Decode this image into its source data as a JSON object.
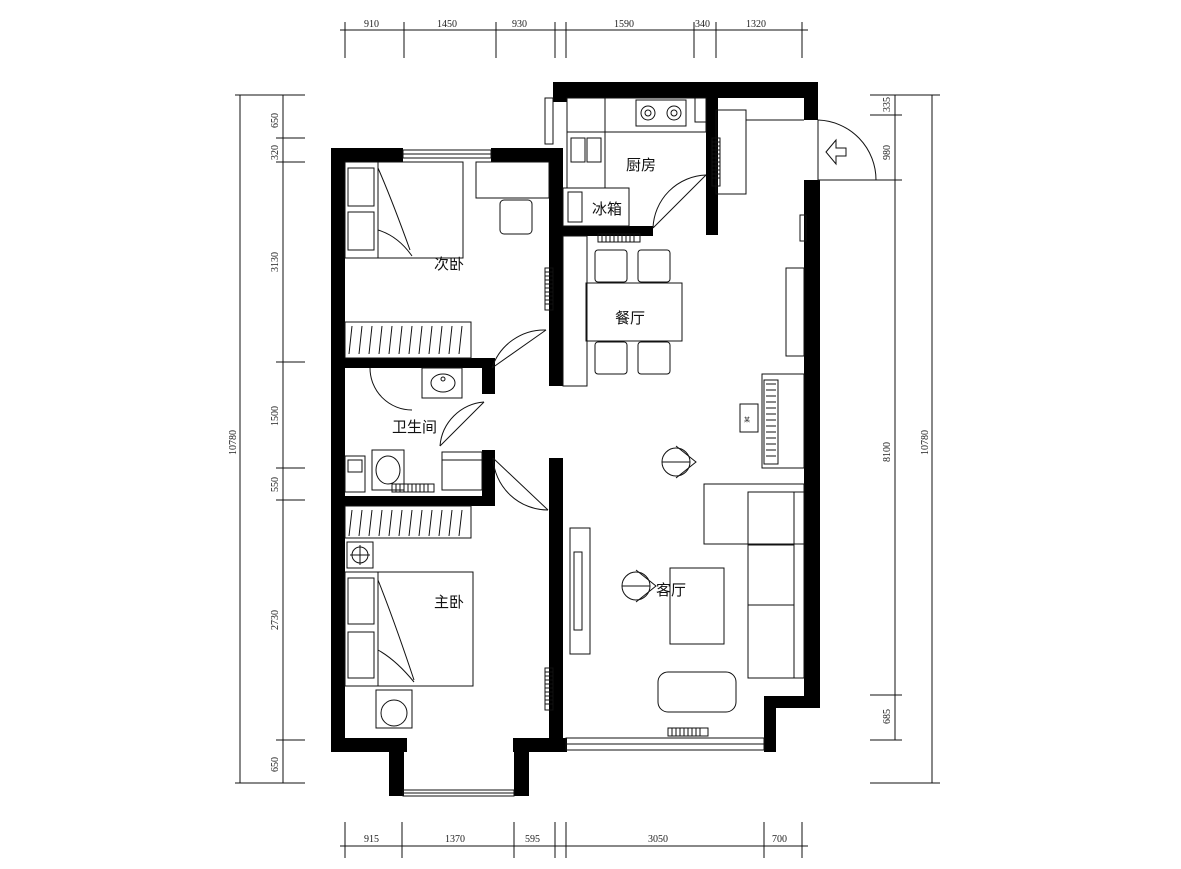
{
  "dimensions": {
    "top": [
      "910",
      "1450",
      "930",
      "1590",
      "340",
      "1320"
    ],
    "bottom": [
      "915",
      "1370",
      "595",
      "3050",
      "700"
    ],
    "left": [
      "650",
      "320",
      "3130",
      "1500",
      "550",
      "2730",
      "650"
    ],
    "left_total": "10780",
    "right": [
      "335",
      "980",
      "8100",
      "685"
    ],
    "right_total": "10780"
  },
  "rooms": {
    "secondary_bedroom": "次卧",
    "kitchen": "厨房",
    "fridge": "冰箱",
    "dining": "餐厅",
    "bathroom": "卫生间",
    "master_bedroom": "主卧",
    "living": "客厅"
  },
  "tv_label": "某"
}
